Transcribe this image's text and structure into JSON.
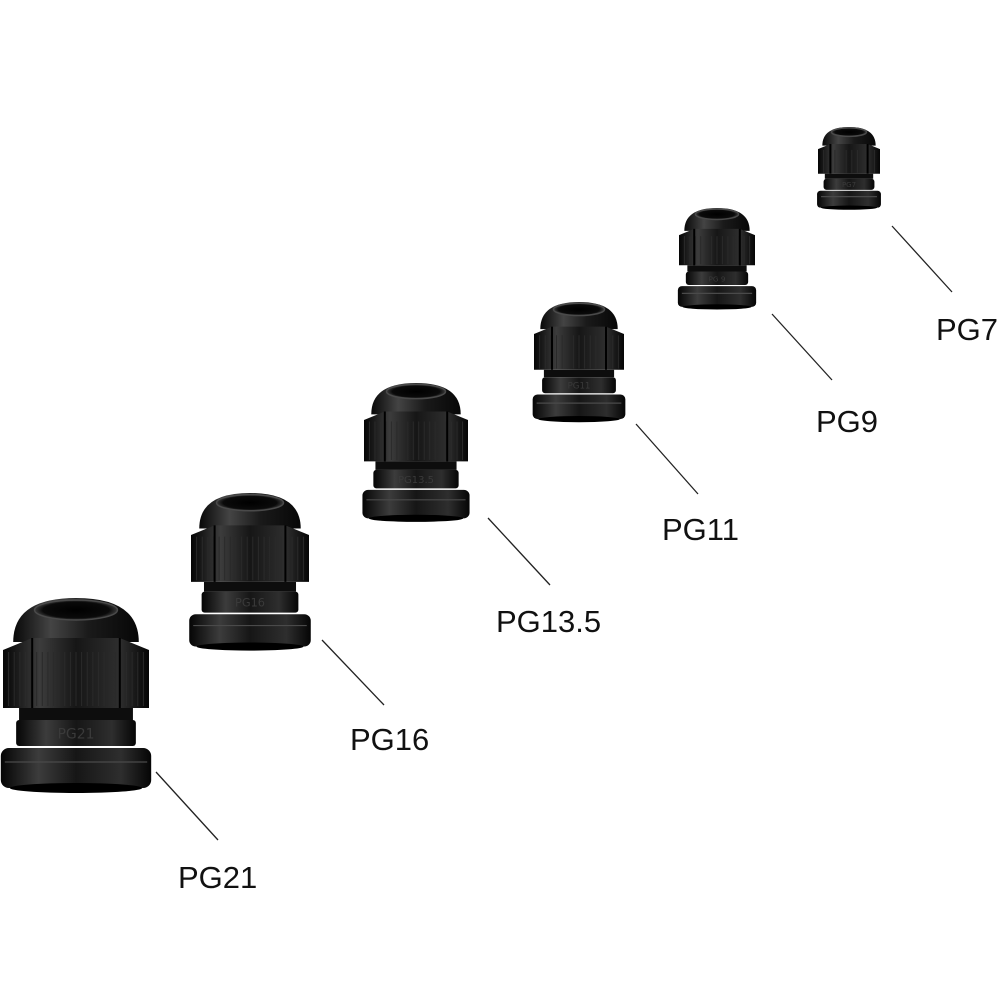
{
  "gland_colors": {
    "body": "#0d0d0d",
    "highlight": "#4a4a4a",
    "shadow": "#000000",
    "rib": "#2a2a2a",
    "leader_line": "#222222",
    "label_text": "#111111"
  },
  "glands": [
    {
      "id": "pg21",
      "label": "PG21",
      "marking": "PG21"
    },
    {
      "id": "pg16",
      "label": "PG16",
      "marking": "PG16"
    },
    {
      "id": "pg13-5",
      "label": "PG13.5",
      "marking": "PG13.5"
    },
    {
      "id": "pg11",
      "label": "PG11",
      "marking": "PG11"
    },
    {
      "id": "pg9",
      "label": "PG9",
      "marking": "PG 9"
    },
    {
      "id": "pg7",
      "label": "PG7",
      "marking": "PG7"
    }
  ]
}
